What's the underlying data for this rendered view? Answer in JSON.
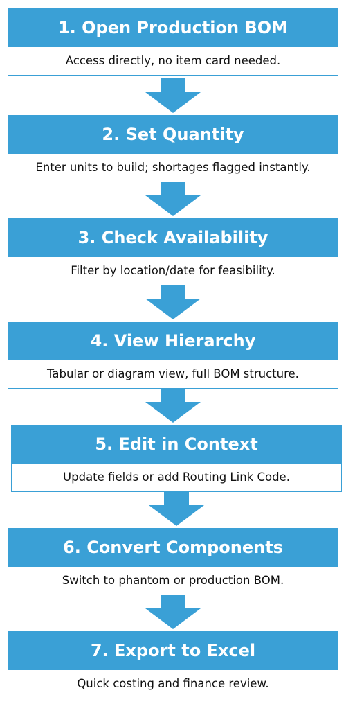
{
  "colors": {
    "accent": "#3aa0d6",
    "title_text": "#ffffff",
    "desc_text": "#111111",
    "background": "#ffffff"
  },
  "steps": [
    {
      "title": "1. Open Production BOM",
      "description": "Access directly, no item card needed."
    },
    {
      "title": "2. Set Quantity",
      "description": "Enter units to build; shortages flagged instantly."
    },
    {
      "title": "3. Check Availability",
      "description": "Filter by location/date for feasibility."
    },
    {
      "title": "4. View Hierarchy",
      "description": "Tabular or diagram view, full BOM structure."
    },
    {
      "title": "5. Edit in Context",
      "description": "Update fields or add Routing Link Code."
    },
    {
      "title": "6. Convert Components",
      "description": "Switch to phantom or production BOM."
    },
    {
      "title": "7. Export to Excel",
      "description": "Quick costing and finance review."
    }
  ]
}
